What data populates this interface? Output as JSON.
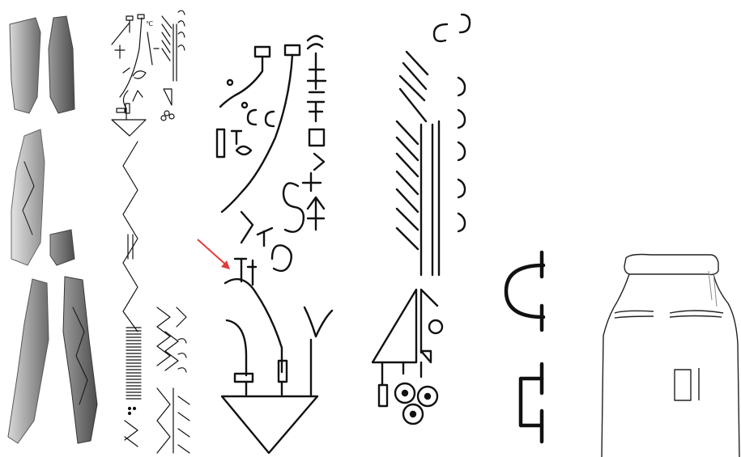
{
  "figure": {
    "colors": {
      "ink": "#111111",
      "arrow": "#e23a3a",
      "photo_light": "#bdbdbd",
      "photo_dark": "#5a5a5a",
      "background": "#ffffff"
    },
    "panels": [
      {
        "name": "photo-panel",
        "icon": "bone-fragment-photos"
      },
      {
        "name": "overview-tracing-panel",
        "icon": "incised-sign-tracing"
      },
      {
        "name": "detail-tracing-left",
        "icon": "sign-sequence-detail"
      },
      {
        "name": "detail-tracing-right",
        "icon": "notched-lines-detail"
      },
      {
        "name": "symbol-panel",
        "icon": "bracket-signs"
      },
      {
        "name": "vessel-panel",
        "icon": "vessel-outline"
      }
    ]
  }
}
